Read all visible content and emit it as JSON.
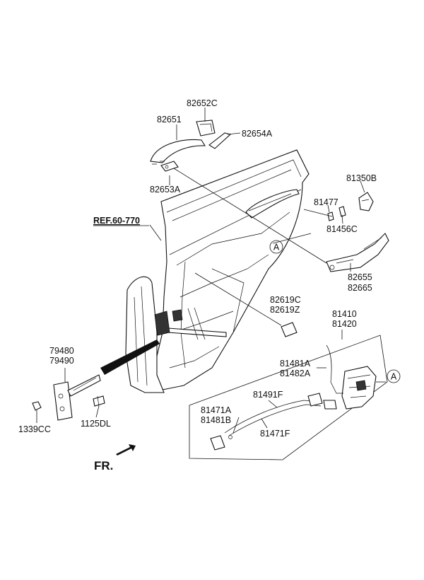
{
  "labels": {
    "p82652c": "82652C",
    "p82651": "82651",
    "p82654a": "82654A",
    "p82653a": "82653A",
    "p81350b": "81350B",
    "p81477": "81477",
    "p81456c": "81456C",
    "ref": "REF.60-770",
    "p82655": "82655",
    "p82665": "82665",
    "p82619c": "82619C",
    "p82619z": "82619Z",
    "p81410": "81410",
    "p81420": "81420",
    "p79480": "79480",
    "p79490": "79490",
    "p81481a": "81481A",
    "p81482a": "81482A",
    "p81491f": "81491F",
    "p81471a": "81471A",
    "p81481b": "81481B",
    "p81471f": "81471F",
    "p1339cc": "1339CC",
    "p1125dl": "1125DL",
    "fr": "FR.",
    "callout_a1": "A",
    "callout_a2": "A"
  }
}
